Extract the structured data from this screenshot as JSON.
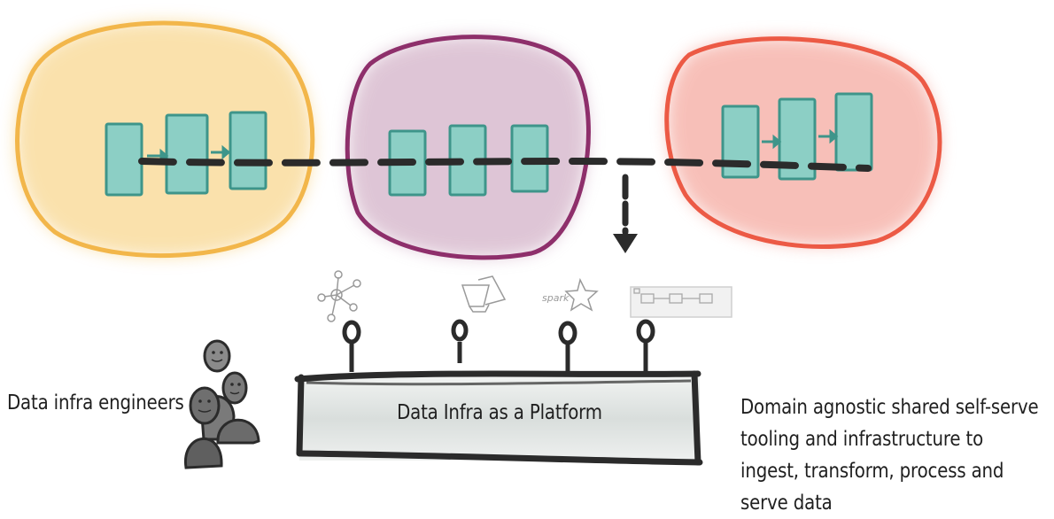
{
  "labels": {
    "engineers": "Data infra engineers",
    "platform": "Data Infra as a Platform",
    "domain": "Domain agnostic shared self-serve tooling and infrastructure to ingest, transform, process and serve data",
    "spark": "spark"
  },
  "colors": {
    "domain_orange": "#f2b64a",
    "domain_purple": "#8e2f6b",
    "domain_red": "#ec5a45",
    "pipeline_box": "#8ccfc5",
    "pipeline_box_stroke": "#3e958a",
    "connector": "#2b2b2b",
    "platform_fill": "#dfe4e2",
    "people": "#6b6b6b"
  },
  "icons": [
    "network-graph-icon",
    "tools-icon",
    "spark-icon",
    "pipeline-diagram-icon"
  ],
  "platform_connectors": 4
}
